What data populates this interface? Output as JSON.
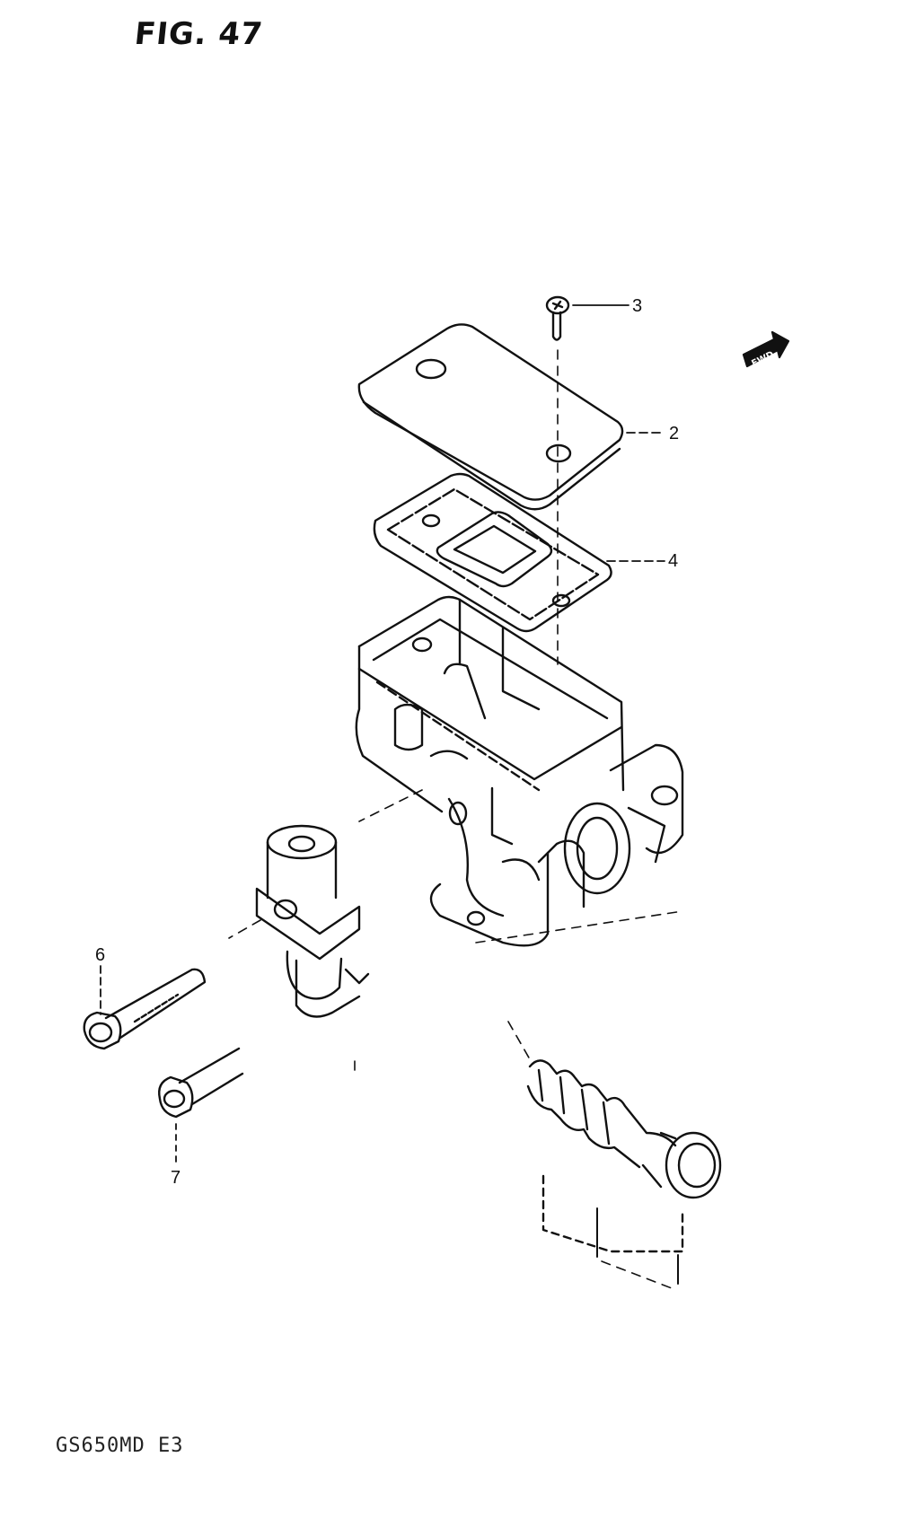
{
  "figure": {
    "title": "FIG. 47",
    "model_code": "GS650MD E3"
  },
  "fwd_label": "FWD",
  "callouts": {
    "c2": "2",
    "c3": "3",
    "c4": "4",
    "c6": "6",
    "c7": "7"
  },
  "colors": {
    "line": "#111111",
    "background": "#ffffff"
  }
}
